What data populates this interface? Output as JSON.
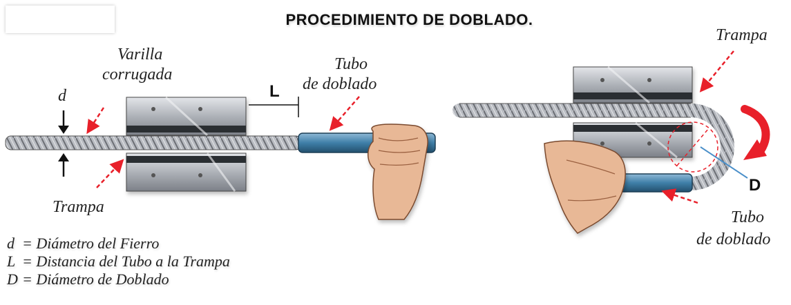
{
  "title": "PROCEDIMIENTO DE DOBLADO.",
  "left_panel": {
    "label_d": "d",
    "label_varilla_line1": "Varilla",
    "label_varilla_line2": "corrugada",
    "label_L": "L",
    "label_tubo_line1": "Tubo",
    "label_tubo_line2": "de doblado",
    "label_trampa": "Trampa"
  },
  "right_panel": {
    "label_trampa": "Trampa",
    "label_D": "D",
    "label_tubo_line1": "Tubo",
    "label_tubo_line2": "de doblado"
  },
  "legend": [
    {
      "symbol": "d",
      "text": "= Diámetro del Fierro"
    },
    {
      "symbol": "L",
      "text": "= Distancia del Tubo a la Trampa"
    },
    {
      "symbol": "D",
      "text": "= Diámetro de Doblado"
    }
  ],
  "colors": {
    "arrow_red": "#e8202a",
    "tube_blue": "#3f7fa8",
    "steel_light": "#d8dadf",
    "steel_dark": "#6f747c",
    "hand_skin": "#e8b896"
  }
}
